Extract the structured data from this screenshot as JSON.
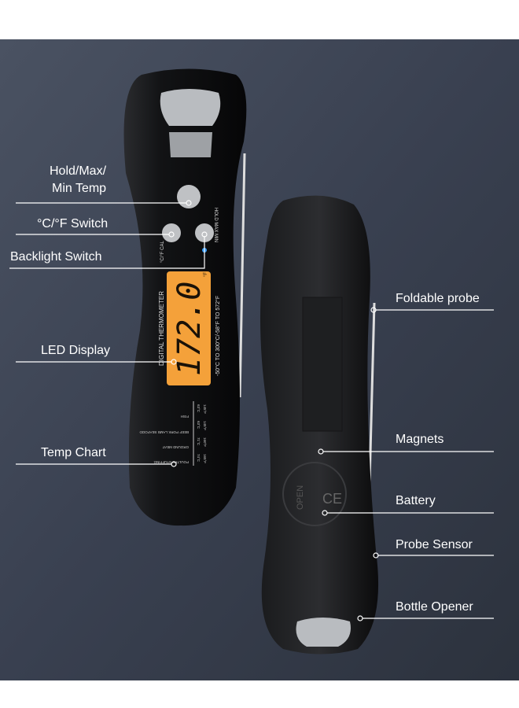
{
  "labels": {
    "hold_max_min_line1": "Hold/Max/",
    "hold_max_min_line2": "Min Temp",
    "unit_switch": "°C/°F Switch",
    "backlight_switch": "Backlight Switch",
    "led_display": "LED Display",
    "temp_chart": "Temp Chart",
    "foldable_probe": "Foldable probe",
    "magnets": "Magnets",
    "battery": "Battery",
    "probe_sensor": "Probe Sensor",
    "bottle_opener": "Bottle Opener"
  },
  "device": {
    "button_hold": "HOLD MAX MIN",
    "button_unit": "°C/°F CAL",
    "display_reading": "172.0",
    "display_unit": "°F",
    "brand_text": "DIGITAL THERMOMETER",
    "range_text": "-50°C TO 300°C/-58°F TO 572°F",
    "temp_chart": [
      {
        "food": "FISH",
        "f": "145°F",
        "c": "63°C"
      },
      {
        "food": "BEEF PORK LAMB SEAFOOD",
        "f": "145°F",
        "c": "63°C"
      },
      {
        "food": "GROUND MEAT",
        "f": "160°F",
        "c": "71°C"
      },
      {
        "food": "POULTRY STUFFING",
        "f": "165°F",
        "c": "74°C"
      }
    ],
    "battery_open": "OPEN",
    "ce_mark": "CE"
  },
  "colors": {
    "background": "#3b4350",
    "display": "#f4a13a",
    "body": "#111214",
    "backlight_led": "#3aa0ff"
  }
}
